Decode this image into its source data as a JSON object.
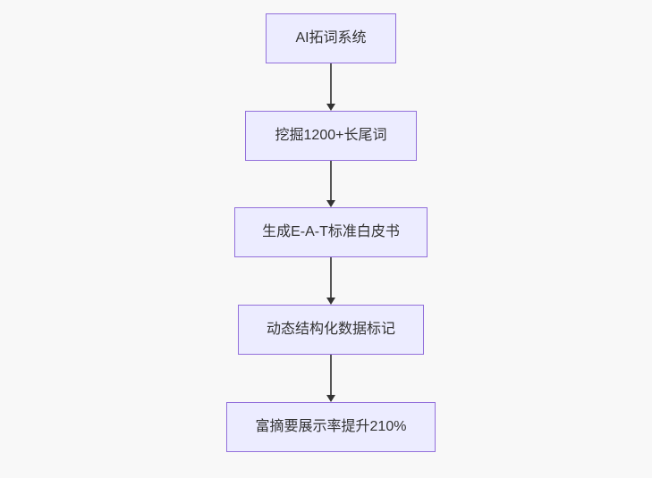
{
  "diagram": {
    "type": "flowchart",
    "direction": "top-down",
    "nodes": [
      {
        "id": "n1",
        "label": "AI拓词系统"
      },
      {
        "id": "n2",
        "label": "挖掘1200+长尾词"
      },
      {
        "id": "n3",
        "label": "生成E-A-T标准白皮书"
      },
      {
        "id": "n4",
        "label": "动态结构化数据标记"
      },
      {
        "id": "n5",
        "label": "富摘要展示率提升210%"
      }
    ],
    "edges": [
      {
        "from": "n1",
        "to": "n2",
        "style": "arrow-down"
      },
      {
        "from": "n2",
        "to": "n3",
        "style": "arrow-down"
      },
      {
        "from": "n3",
        "to": "n4",
        "style": "arrow-down"
      },
      {
        "from": "n4",
        "to": "n5",
        "style": "arrow-down"
      }
    ]
  },
  "theme": {
    "canvas_bg": "#f8f8f8",
    "node_fill": "#ececff",
    "node_border": "#9370db",
    "node_text": "#333333",
    "arrow_line": "#565656",
    "arrow_head": "#333333"
  }
}
